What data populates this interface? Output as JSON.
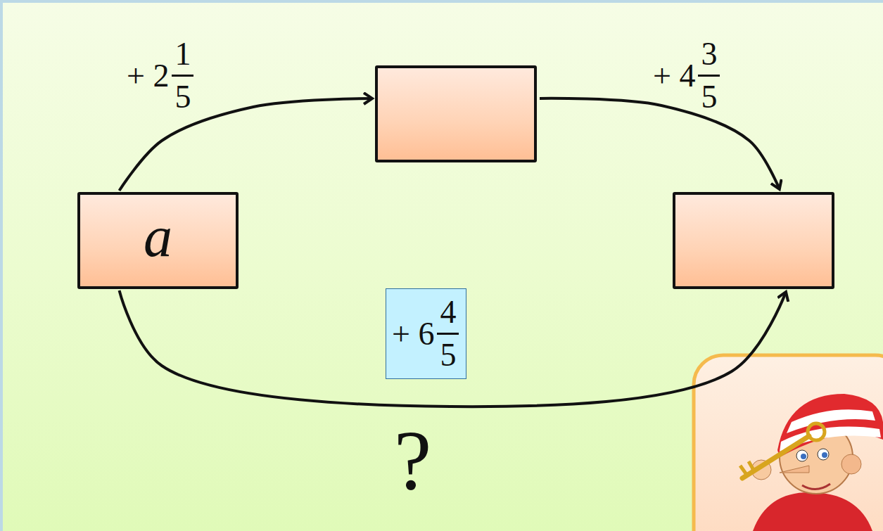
{
  "diagram": {
    "nodes": [
      {
        "text": [
          "a"
        ]
      },
      {
        "text": []
      },
      {
        "text": []
      }
    ],
    "edges": [
      {
        "from": 0,
        "to": 1,
        "arrow": "to"
      },
      {
        "from": 1,
        "to": 2,
        "arrow": "to"
      },
      {
        "from": 0,
        "to": 2,
        "arrow": "to"
      }
    ],
    "labels": [
      "+ 2",
      "1",
      "5",
      "+ 4",
      "3",
      "5",
      "+ 6",
      "4",
      "5",
      "?"
    ]
  }
}
